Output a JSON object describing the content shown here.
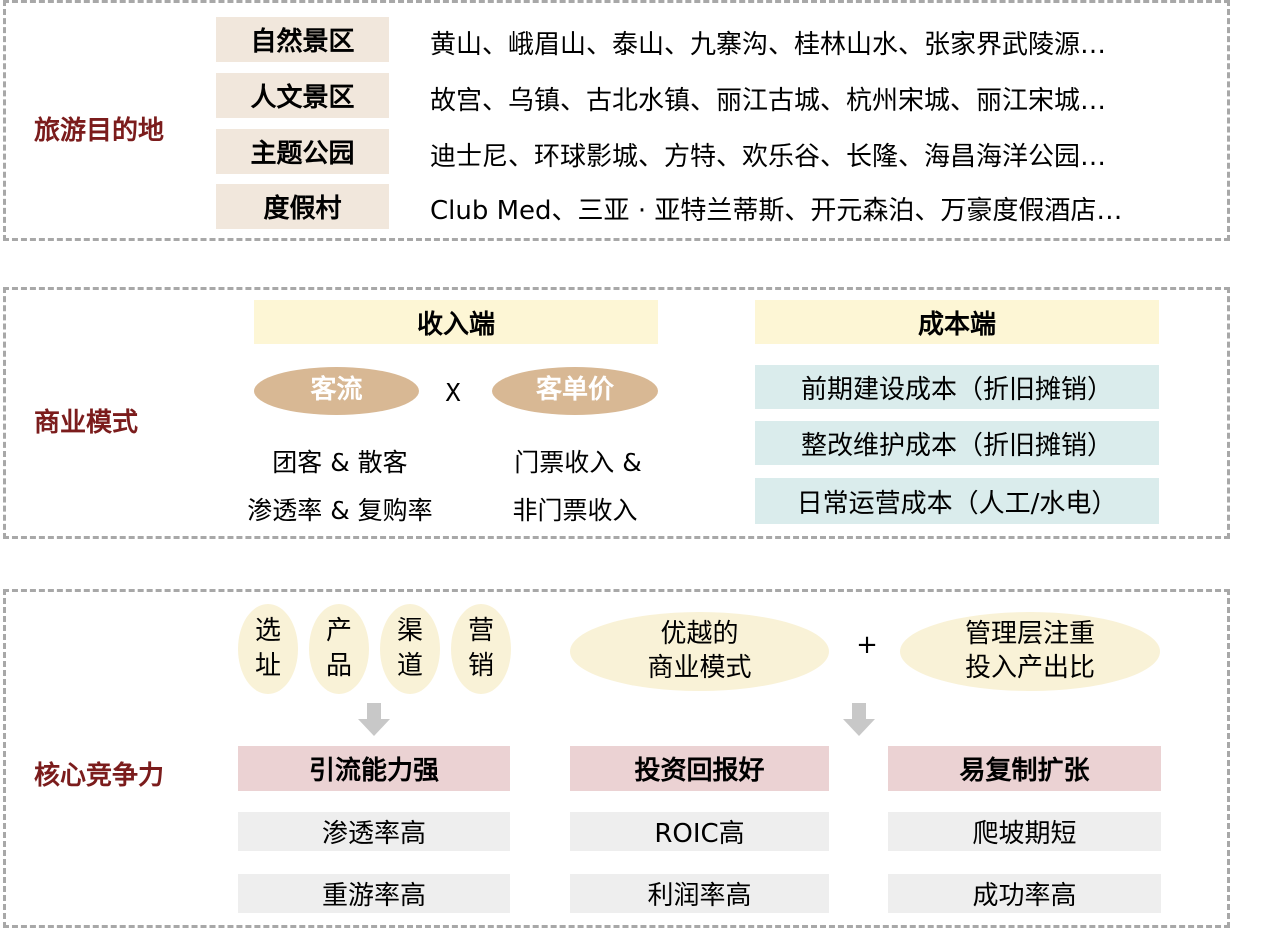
{
  "destination": {
    "title": "旅游目的地",
    "rows": [
      {
        "label": "自然景区",
        "items": "黄山、峨眉山、泰山、九寨沟、桂林山水、张家界武陵源…"
      },
      {
        "label": "人文景区",
        "items": "故宫、乌镇、古北水镇、丽江古城、杭州宋城、丽江宋城…"
      },
      {
        "label": "主题公园",
        "items": "迪士尼、环球影城、方特、欢乐谷、长隆、海昌海洋公园…"
      },
      {
        "label": "度假村",
        "items": "Club Med、三亚 · 亚特兰蒂斯、开元森泊、万豪度假酒店…"
      }
    ]
  },
  "business": {
    "title": "商业模式",
    "revenue": {
      "header": "收入端",
      "left_oval": "客流",
      "times": "X",
      "right_oval": "客单价",
      "left_line1": "团客 & 散客",
      "left_line2": "渗透率 & 复购率",
      "right_line1": "门票收入 &",
      "right_line2": "非门票收入"
    },
    "cost": {
      "header": "成本端",
      "items": [
        "前期建设成本（折旧摊销）",
        "整改维护成本（折旧摊销）",
        "日常运营成本（人工/水电）"
      ]
    }
  },
  "competitiveness": {
    "title": "核心竞争力",
    "factors": [
      {
        "top": "选",
        "bottom": "址"
      },
      {
        "top": "产",
        "bottom": "品"
      },
      {
        "top": "渠",
        "bottom": "道"
      },
      {
        "top": "营",
        "bottom": "销"
      }
    ],
    "model_oval": {
      "line1": "优越的",
      "line2": "商业模式"
    },
    "plus": "+",
    "mgmt_oval": {
      "line1": "管理层注重",
      "line2": "投入产出比"
    },
    "columns": [
      {
        "header": "引流能力强",
        "items": [
          "渗透率高",
          "重游率高"
        ]
      },
      {
        "header": "投资回报好",
        "items": [
          "ROIC高",
          "利润率高"
        ]
      },
      {
        "header": "易复制扩张",
        "items": [
          "爬坡期短",
          "成功率高"
        ]
      }
    ]
  },
  "colors": {
    "section_title": "#7b1c1c",
    "category_bg": "#f1e7dc",
    "revenue_header_bg": "#fdf6d5",
    "cost_item_bg": "#daecec",
    "oval_tan": "#d8b894",
    "oval_cream": "#f9f2d7",
    "result_header_bg": "#ebd2d3",
    "result_item_bg": "#eeeeee",
    "arrow": "#c8c8c8"
  }
}
